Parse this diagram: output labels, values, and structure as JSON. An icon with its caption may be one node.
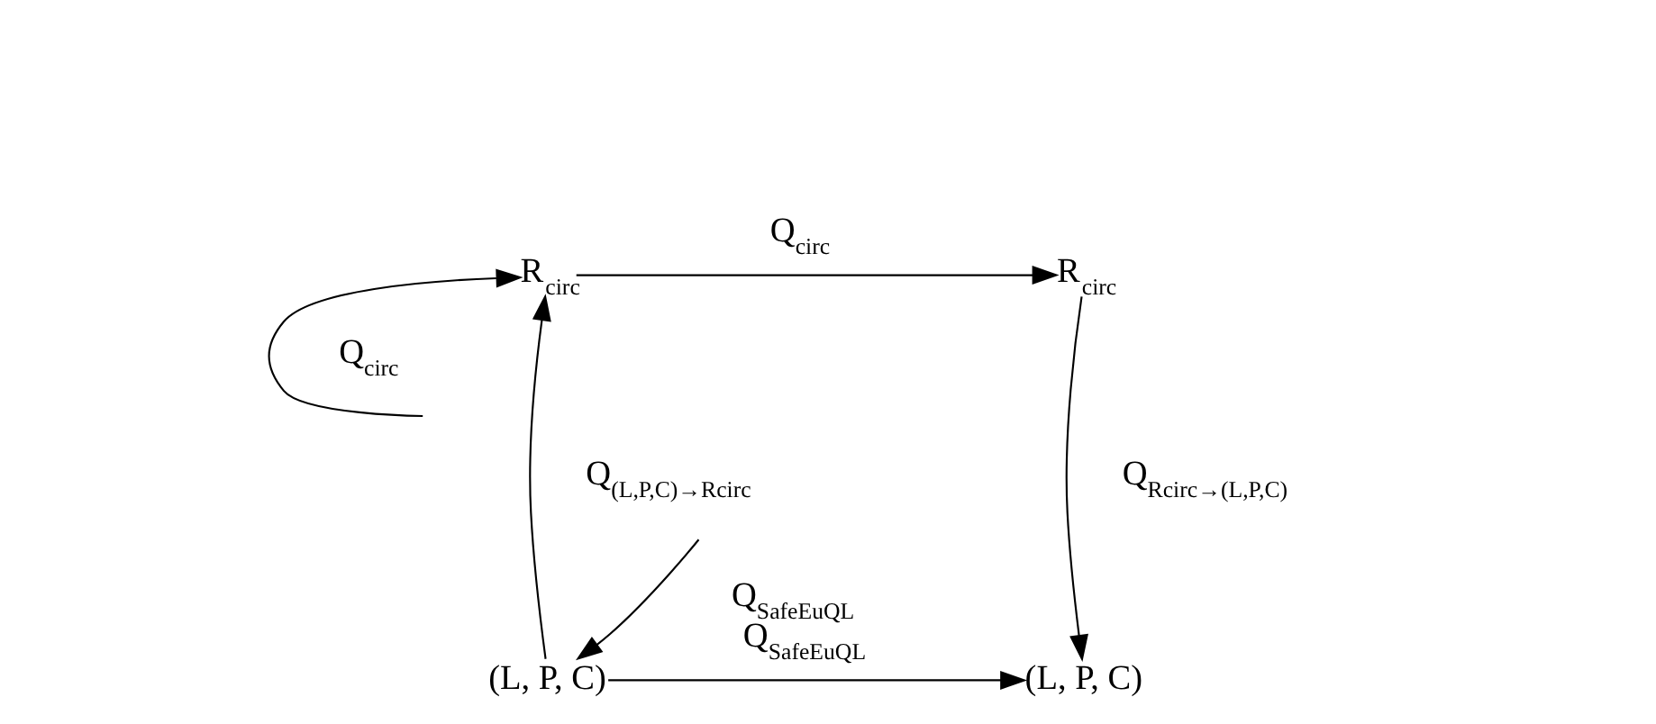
{
  "diagram": {
    "nodes": [
      {
        "text": [
          "R$_{circ}$"
        ]
      },
      {
        "text": [
          "R$_{circ}$"
        ]
      },
      {
        "text": [
          "(L, P, C)"
        ]
      },
      {
        "text": [
          "(L, P, C)"
        ]
      }
    ],
    "edges": [
      {
        "from": null,
        "to": 0,
        "arrow": "to",
        "label": "Q$_{circ}$"
      },
      {
        "from": null,
        "to": 2,
        "arrow": "to",
        "label": "Q$_{SafeEuQL}$"
      },
      {
        "from": 0,
        "to": 1,
        "arrow": "to",
        "label": "Q$_{circ}$"
      },
      {
        "from": 2,
        "to": 0,
        "arrow": "to",
        "label": "Q$_{(L,P,C)→Rcirc}$"
      },
      {
        "from": 1,
        "to": 3,
        "arrow": "to",
        "label": "Q$_{Rcirc→(L,P,C)}$"
      },
      {
        "from": 2,
        "to": 3,
        "arrow": "to",
        "label": "Q$_{SafeEuQL}$"
      }
    ]
  }
}
